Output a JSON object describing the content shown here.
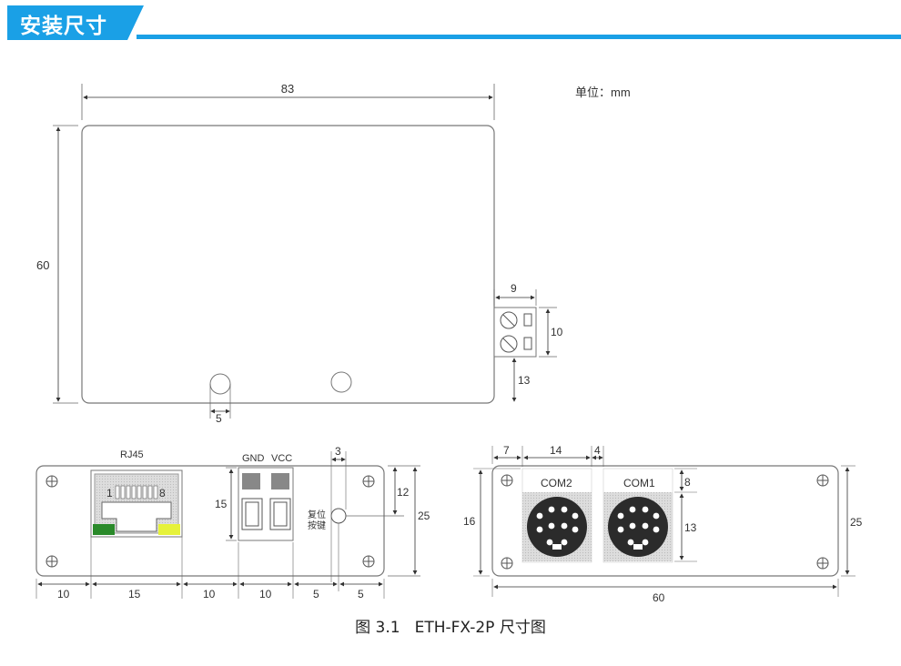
{
  "header": {
    "title": "安装尺寸",
    "accent_color": "#1aa0e6"
  },
  "unit_label": "单位：mm",
  "top_view": {
    "width_label": "83",
    "height_label": "60",
    "terminal_width_label": "9",
    "terminal_height_label": "10",
    "terminal_offset_label": "13",
    "led_width_label": "5"
  },
  "front_view": {
    "rj45_label": "RJ45",
    "pin_left": "1",
    "pin_right": "8",
    "gnd_label": "GND",
    "vcc_label": "VCC",
    "reset_label_line1": "复位",
    "reset_label_line2": "按键",
    "terminal_height_label": "15",
    "reset_width_label": "3",
    "reset_offset_label": "12",
    "height_label": "25",
    "bottom_dims": [
      "10",
      "15",
      "10",
      "10",
      "5",
      "5"
    ]
  },
  "back_view": {
    "com2_label": "COM2",
    "com1_label": "COM1",
    "top_dims": [
      "7",
      "14",
      "4"
    ],
    "com_label_height": "8",
    "port_height_label": "13",
    "left_height_label": "16",
    "right_height_label": "25",
    "width_label": "60"
  },
  "caption": {
    "figure": "图 3.1",
    "text": "ETH-FX-2P 尺寸图"
  }
}
